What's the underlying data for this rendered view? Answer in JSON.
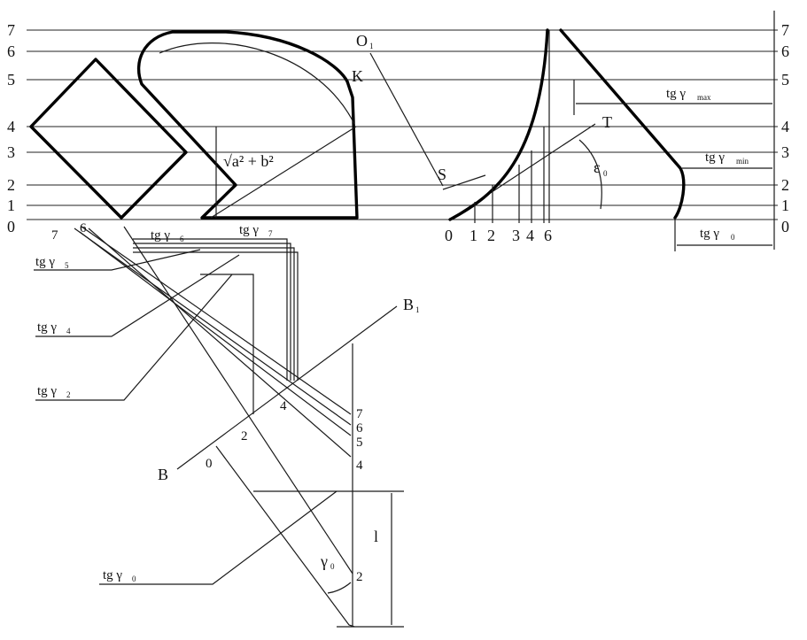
{
  "grid_levels": [
    "0",
    "1",
    "2",
    "3",
    "4",
    "5",
    "6",
    "7"
  ],
  "base_ticks": [
    "0",
    "1",
    "2",
    "3",
    "4",
    "6"
  ],
  "labels": {
    "K": "K",
    "O1": "O",
    "O1_sub": "1",
    "S": "S",
    "T": "T",
    "eps": "ε",
    "eps_sub": "0",
    "sqrt": "√a² + b²",
    "tg_max": "tg γ",
    "tg_max_sub": "max",
    "tg_min": "tg γ",
    "tg_min_sub": "min",
    "tg_g0_right": "tg γ",
    "tg_g0_right_sub": "0",
    "B": "B",
    "B1": "B",
    "B1_sub": "1",
    "tg_g6": "tg γ",
    "tg_g6_sub": "6",
    "tg_g7": "tg γ",
    "tg_g7_sub": "7",
    "tg_g5": "tg γ",
    "tg_g5_sub": "5",
    "tg_g4": "tg γ",
    "tg_g4_sub": "4",
    "tg_g2": "tg γ",
    "tg_g2_sub": "2",
    "tg_g0": "tg γ",
    "tg_g0_sub": "0",
    "gamma0": "γ",
    "gamma0_sub": "0",
    "l": "l",
    "fan_6": "6",
    "fan_7": "7",
    "b_0": "0",
    "b_2": "2",
    "b_4": "4",
    "r_7": "7",
    "r_6": "6",
    "r_5": "5",
    "r_4": "4",
    "r_2": "2"
  }
}
